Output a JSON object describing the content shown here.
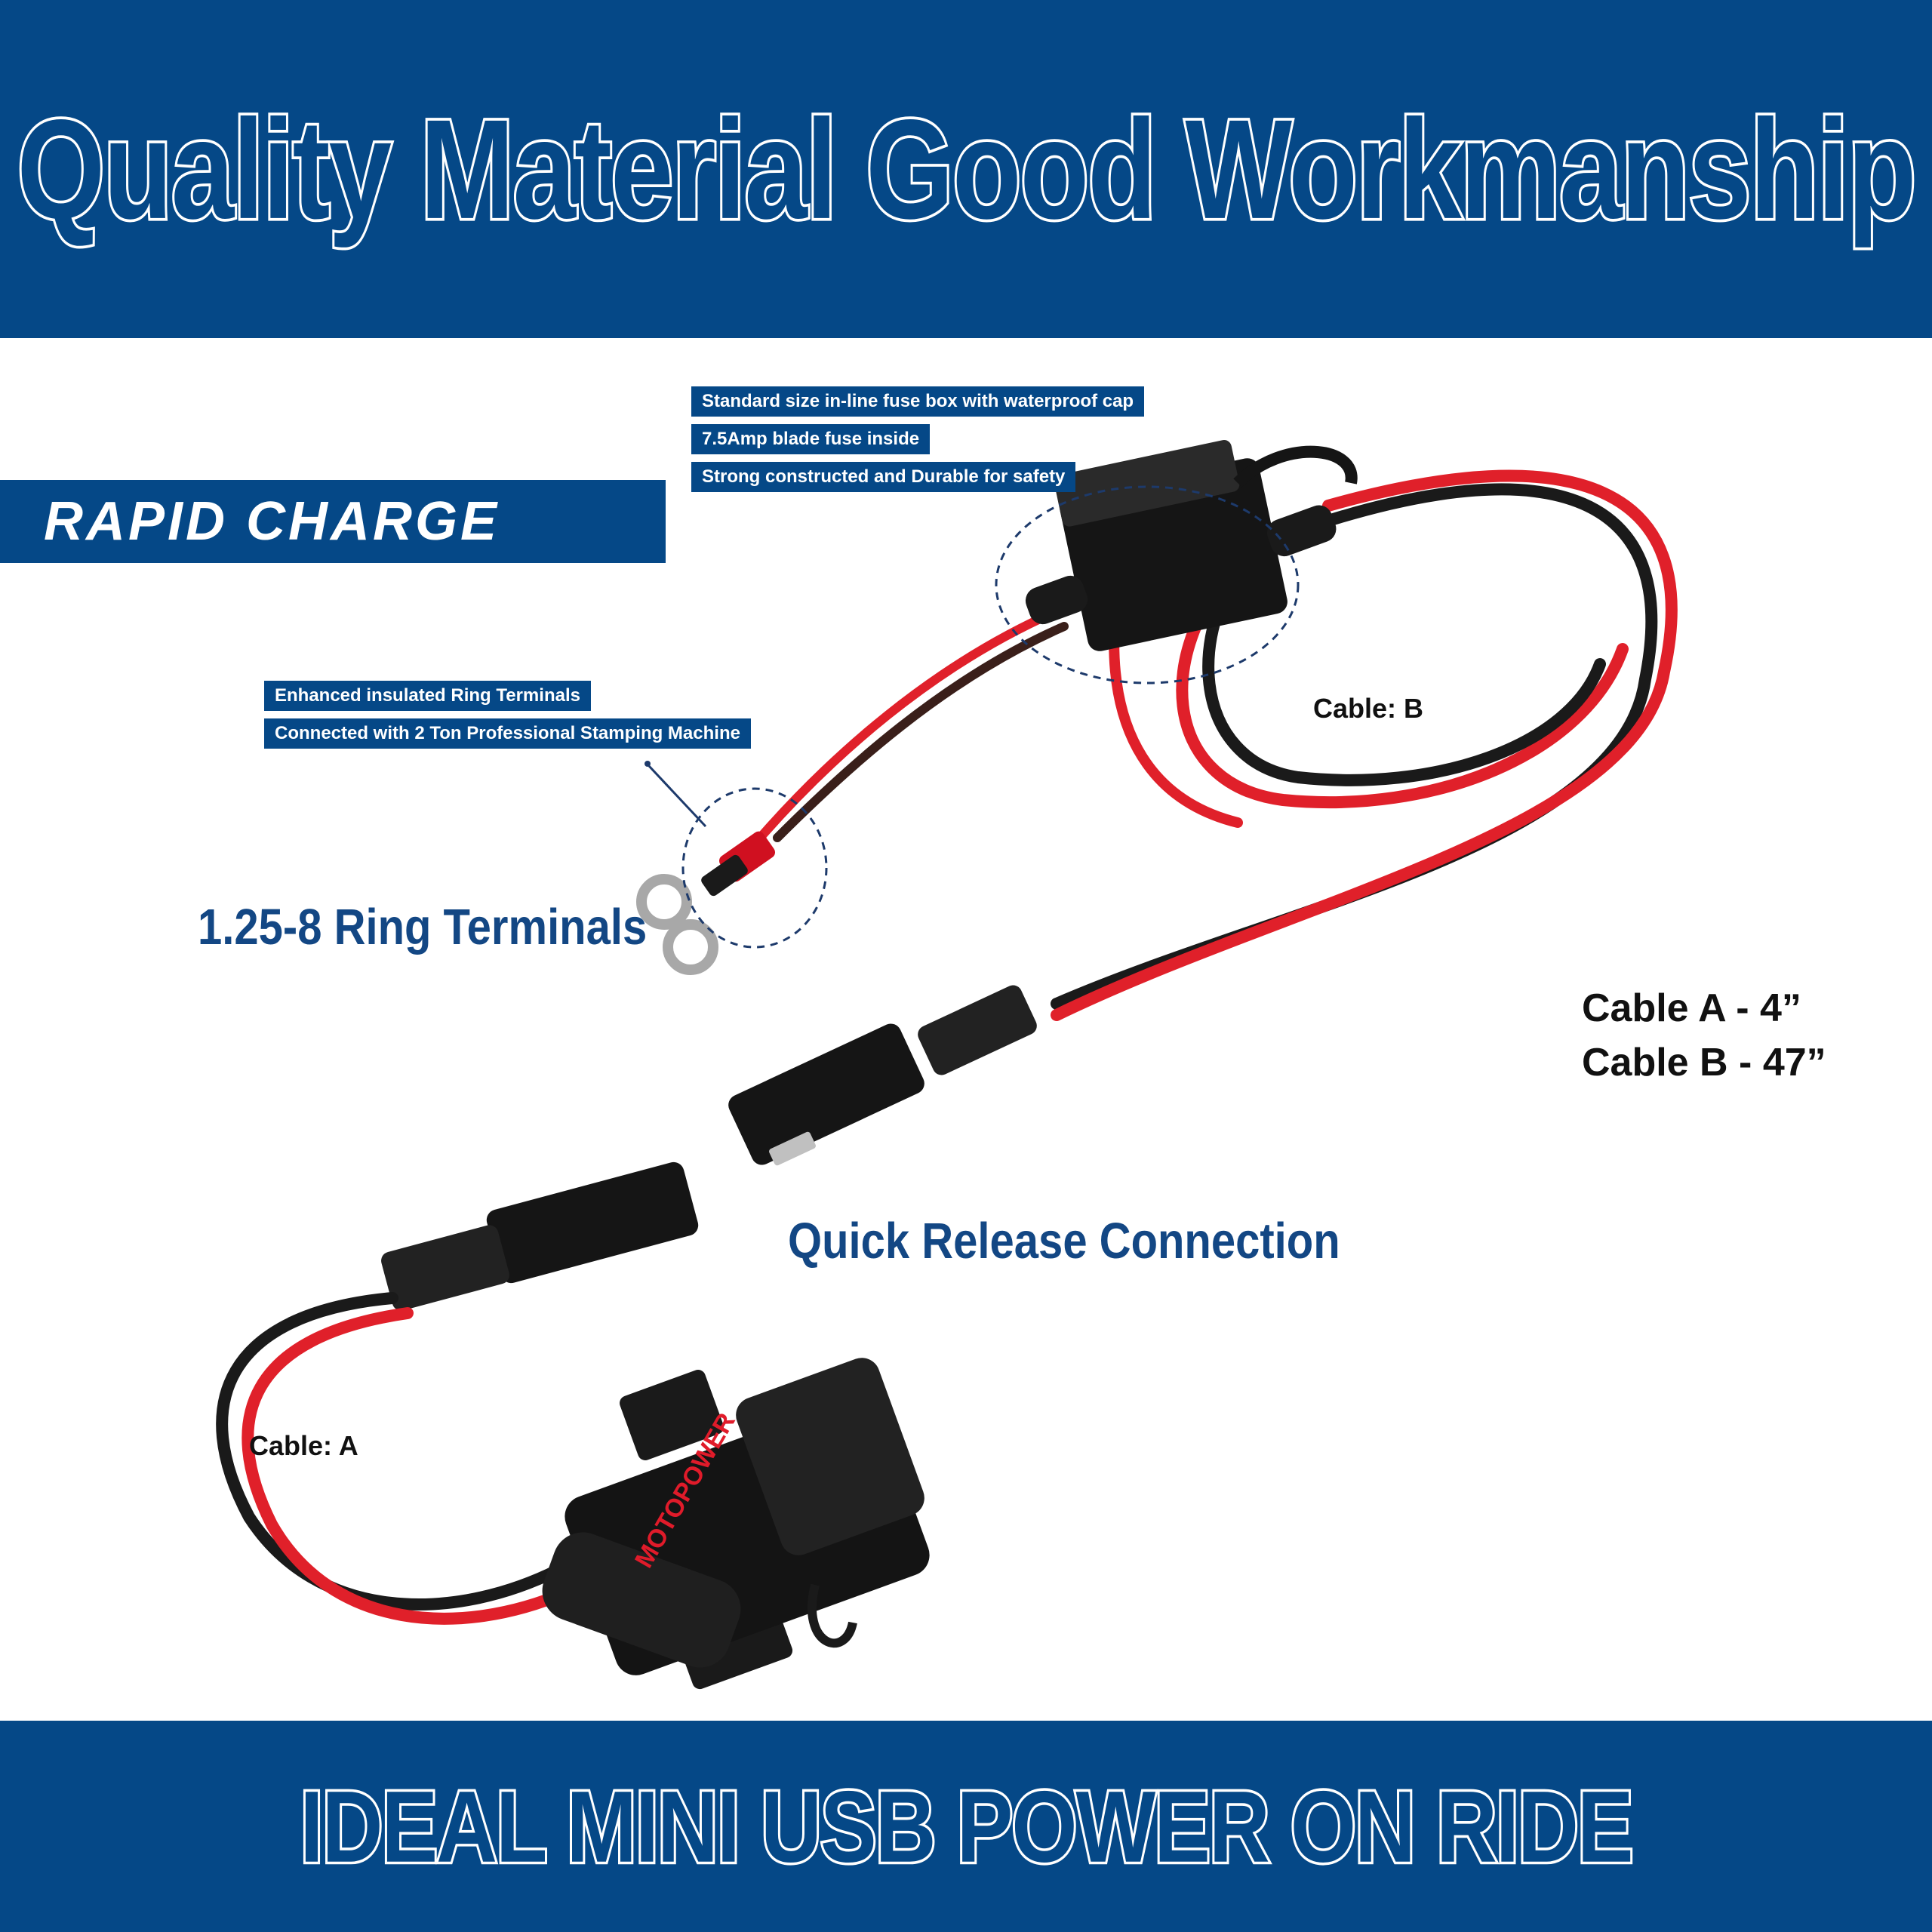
{
  "header": {
    "title": "Quality Material Good Workmanship"
  },
  "badge": {
    "label": "RAPID CHARGE"
  },
  "fuse_callouts": [
    "Standard size in-line fuse box with waterproof cap",
    "7.5Amp blade fuse inside",
    "Strong constructed and Durable for safety"
  ],
  "ring_callouts": [
    "Enhanced insulated Ring Terminals",
    "Connected with 2 Ton Professional Stamping Machine"
  ],
  "labels": {
    "cable_b": "Cable: B",
    "cable_a": "Cable: A",
    "ring_terminals": "1.25-8 Ring Terminals",
    "quick_release": "Quick Release Connection",
    "spec_a": "Cable A - 4”",
    "spec_b": "Cable B - 47”"
  },
  "product": {
    "brand_mark": "MOTOPOWER"
  },
  "footer": {
    "title": "IDEAL MINI USB POWER ON RIDE"
  },
  "colors": {
    "brand_blue": "#054887",
    "wire_red": "#e0202a",
    "wire_black": "#1a1a1a"
  }
}
